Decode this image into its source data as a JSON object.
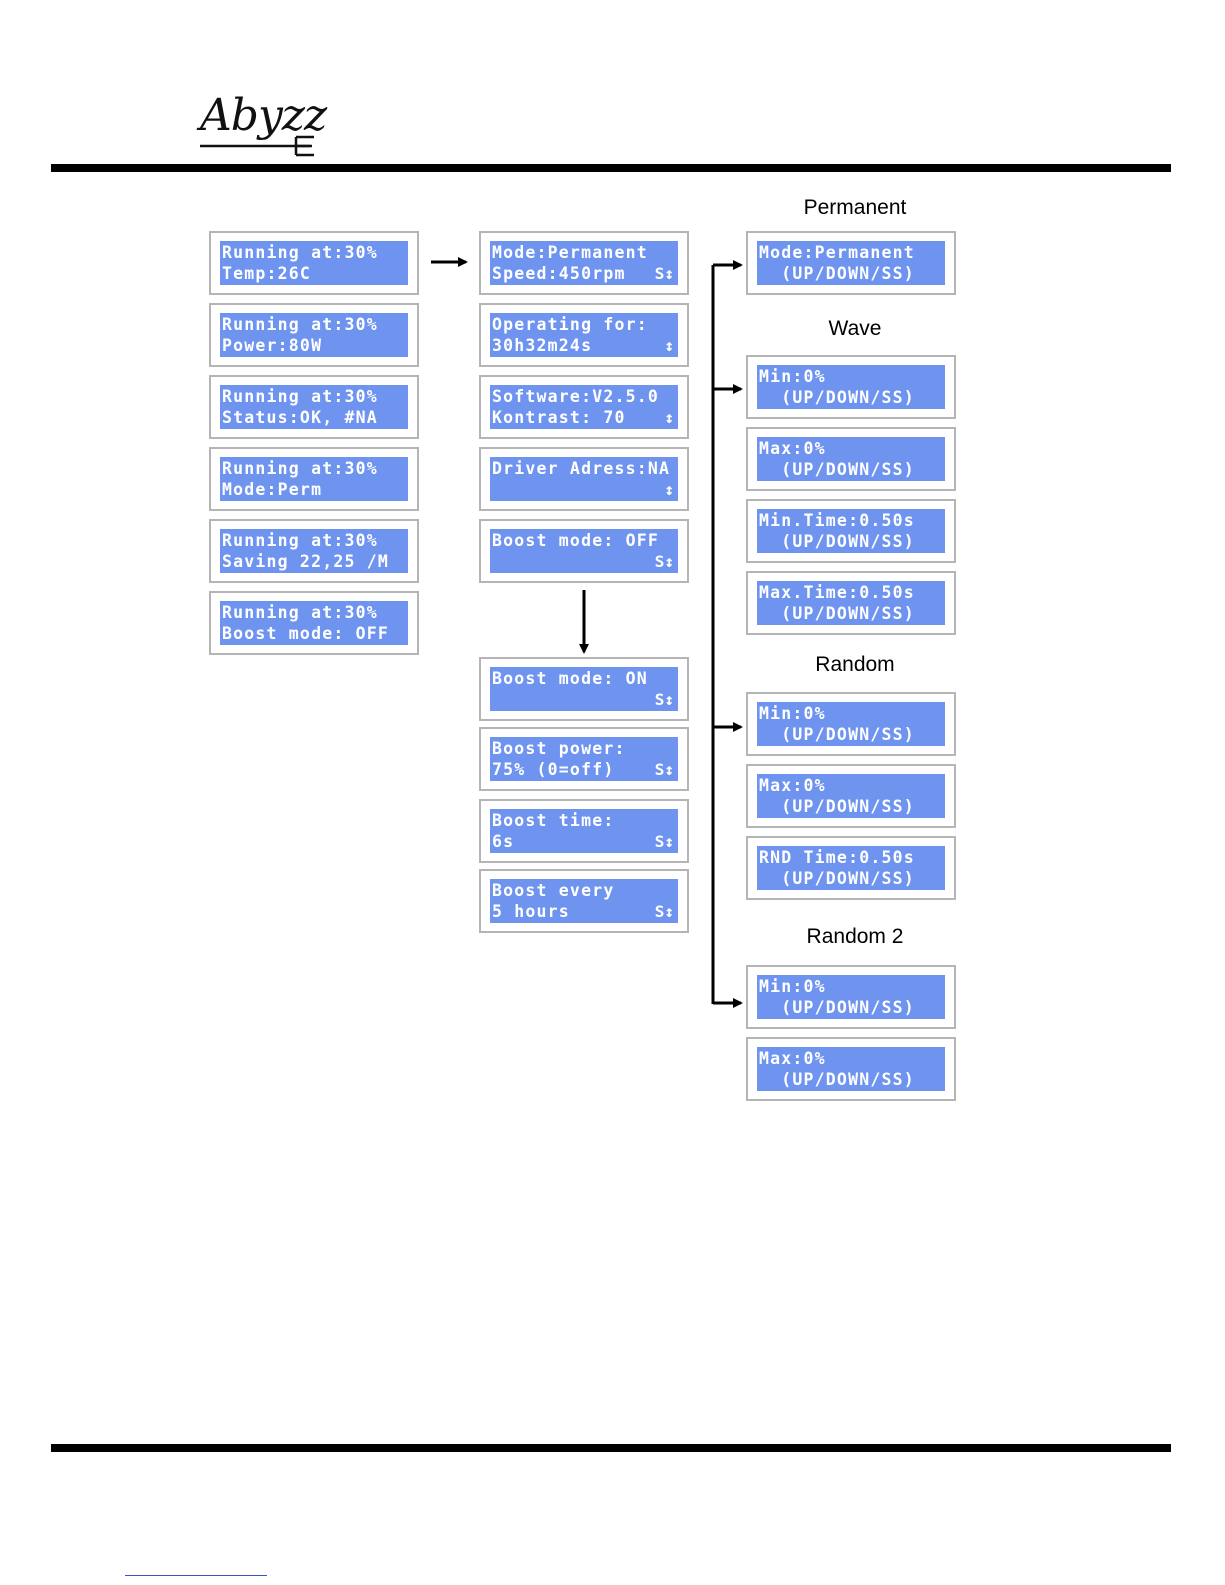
{
  "logo": {
    "text": "Abyzz",
    "mark": "E"
  },
  "column1": [
    {
      "l1": "Running at:30%",
      "l2": "Temp:26C"
    },
    {
      "l1": "Running at:30%",
      "l2": "Power:80W"
    },
    {
      "l1": "Running at:30%",
      "l2": "Status:OK, #NA"
    },
    {
      "l1": "Running at:30%",
      "l2": "Mode:Perm"
    },
    {
      "l1": "Running at:30%",
      "l2": "Saving 22,25 /M"
    },
    {
      "l1": "Running at:30%",
      "l2": "Boost mode: OFF"
    }
  ],
  "column2": [
    {
      "l1": "Mode:Permanent",
      "l2": "Speed:450rpm",
      "sym": "S↕"
    },
    {
      "l1": "Operating for:",
      "l2": "30h32m24s",
      "sym": "↕"
    },
    {
      "l1": "Software:V2.5.0",
      "l2": "Kontrast: 70",
      "sym": "↕"
    },
    {
      "l1": "Driver Adress:NA",
      "l2": "",
      "sym": "↕"
    },
    {
      "l1": "Boost mode: OFF",
      "l2": "",
      "sym": "S↕"
    }
  ],
  "column2b": [
    {
      "l1": "Boost mode: ON",
      "l2": "",
      "sym": "S↕"
    },
    {
      "l1": "Boost power:",
      "l2": "75% (0=off)",
      "sym": "S↕"
    },
    {
      "l1": "Boost time:",
      "l2": "6s",
      "sym": "S↕"
    },
    {
      "l1": "Boost every",
      "l2": "5 hours",
      "sym": "S↕"
    }
  ],
  "headings": {
    "permanent": "Permanent",
    "wave": "Wave",
    "random": "Random",
    "random2": "Random 2"
  },
  "permanent": [
    {
      "l1": "Mode:Permanent",
      "l2": "  (UP/DOWN/SS)"
    }
  ],
  "wave": [
    {
      "l1": "Min:0%",
      "l2": "  (UP/DOWN/SS)"
    },
    {
      "l1": "Max:0%",
      "l2": "  (UP/DOWN/SS)"
    },
    {
      "l1": "Min.Time:0.50s",
      "l2": "  (UP/DOWN/SS)"
    },
    {
      "l1": "Max.Time:0.50s",
      "l2": "  (UP/DOWN/SS)"
    }
  ],
  "random": [
    {
      "l1": "Min:0%",
      "l2": "  (UP/DOWN/SS)"
    },
    {
      "l1": "Max:0%",
      "l2": "  (UP/DOWN/SS)"
    },
    {
      "l1": "RND Time:0.50s",
      "l2": "  (UP/DOWN/SS)"
    }
  ],
  "random2": [
    {
      "l1": "Min:0%",
      "l2": "  (UP/DOWN/SS)"
    },
    {
      "l1": "Max:0%",
      "l2": "  (UP/DOWN/SS)"
    }
  ]
}
